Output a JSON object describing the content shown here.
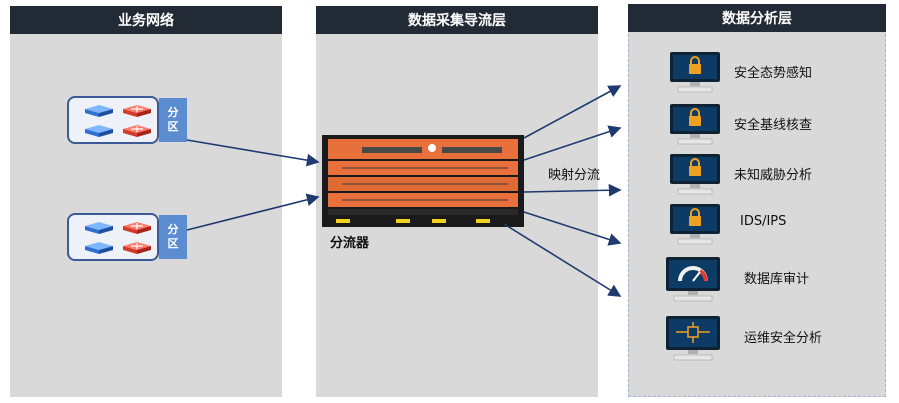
{
  "panels": {
    "business": {
      "title": "业务网络"
    },
    "collection": {
      "title": "数据采集导流层"
    },
    "analysis": {
      "title": "数据分析层"
    }
  },
  "zones": [
    {
      "label_line1": "分",
      "label_line2": "区"
    },
    {
      "label_line1": "分",
      "label_line2": "区"
    }
  ],
  "splitter": {
    "label": "分流器"
  },
  "flow": {
    "label": "映射分流"
  },
  "analysis_items": [
    {
      "label": "安全态势感知",
      "icon": "lock-monitor-icon"
    },
    {
      "label": "安全基线核查",
      "icon": "lock-monitor-icon"
    },
    {
      "label": "未知威胁分析",
      "icon": "lock-monitor-icon"
    },
    {
      "label": "IDS/IPS",
      "icon": "lock-monitor-icon"
    },
    {
      "label": "数据库审计",
      "icon": "gauge-monitor-icon"
    },
    {
      "label": "运维安全分析",
      "icon": "network-monitor-icon"
    }
  ],
  "colors": {
    "header_bg": "#222a35",
    "panel_bg": "#d9d9d9",
    "arrow": "#1f3a70",
    "zone_bg": "#5b8ccf",
    "splitter_orange": "#e8703a"
  }
}
